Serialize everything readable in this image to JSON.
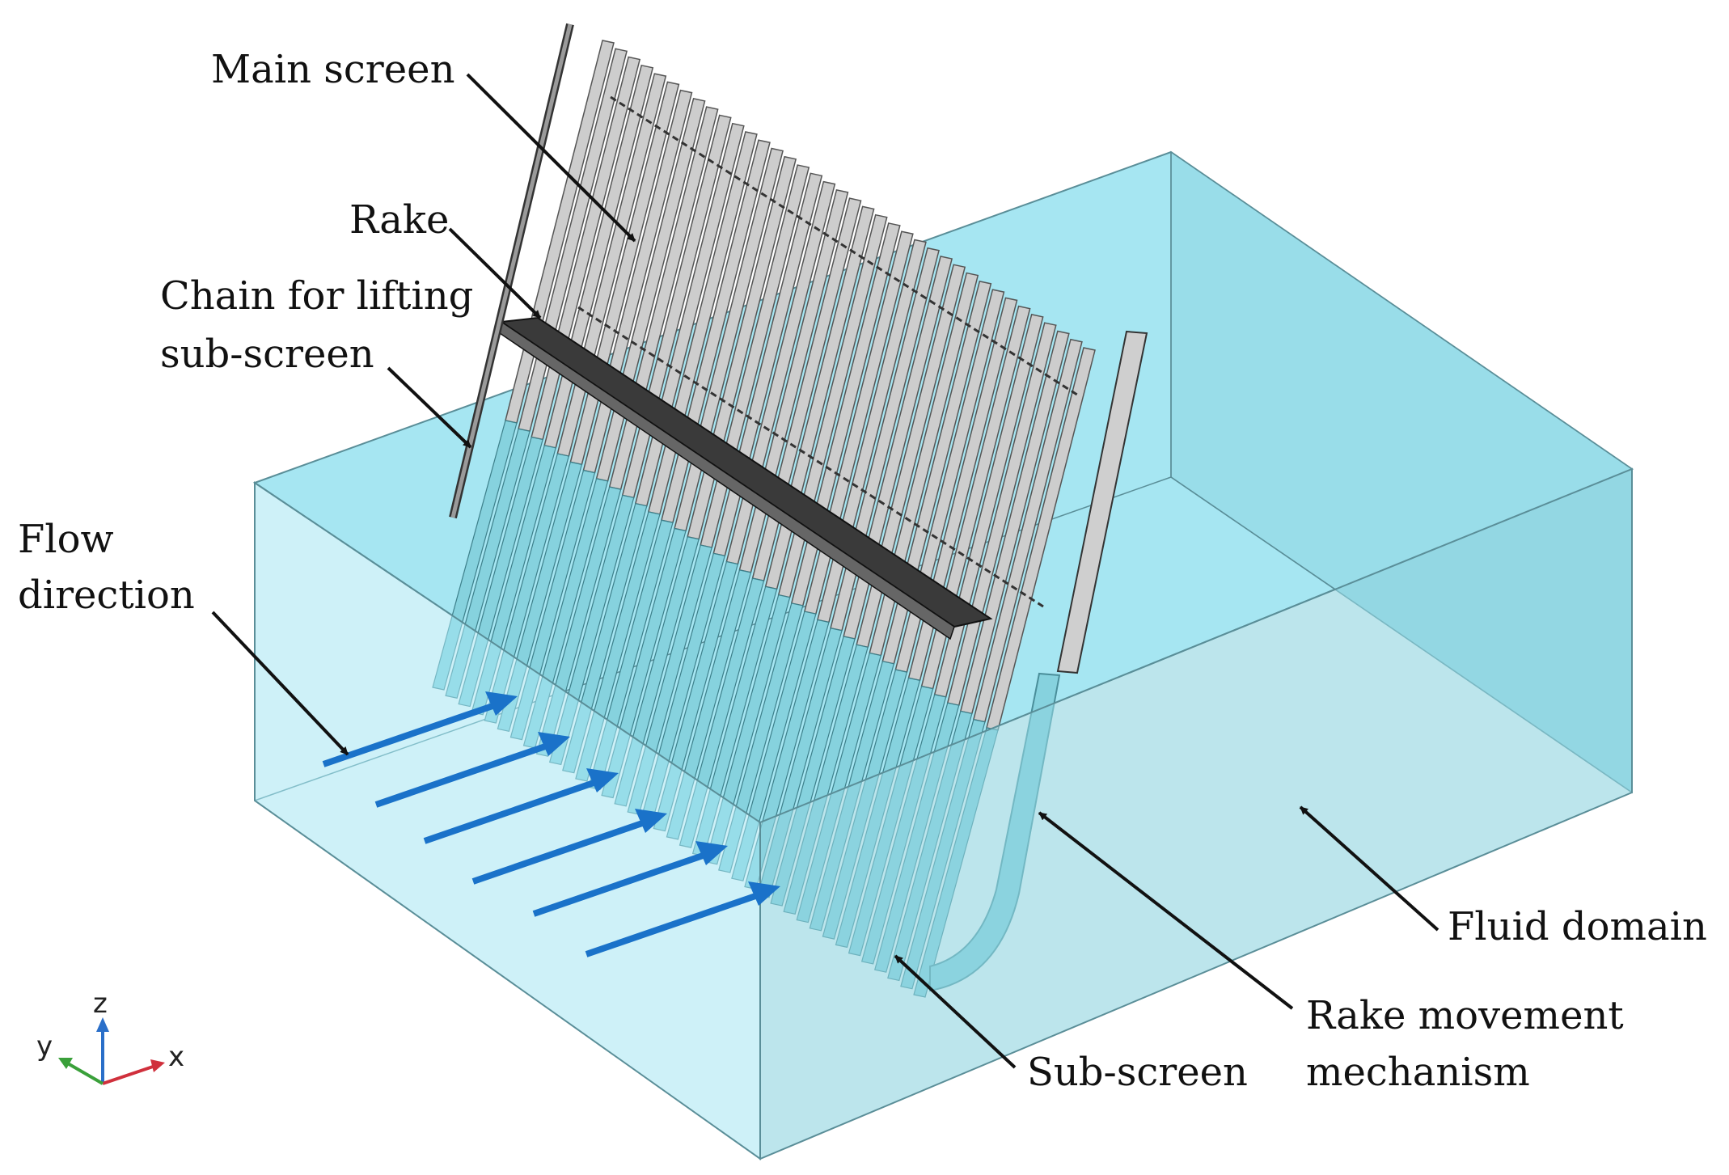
{
  "labels": {
    "main_screen": "Main screen",
    "rake": "Rake",
    "chain_line1": "Chain for lifting",
    "chain_line2": "sub-screen",
    "flow_line1": "Flow",
    "flow_line2": "direction",
    "fluid_domain": "Fluid domain",
    "rake_mech_line1": "Rake movement",
    "rake_mech_line2": "mechanism",
    "sub_screen": "Sub-screen"
  },
  "axes_triad": {
    "z": "z",
    "y": "y",
    "x": "x"
  },
  "colors": {
    "fluid_fill": "#a6e6f2",
    "fluid_dark": "#8fd3e0",
    "screen_grey": "#c8c8c8",
    "flow_arrow": "#1a72c9",
    "axis_z": "#2a6fc9",
    "axis_x": "#d0303c",
    "axis_y": "#3aa03a"
  }
}
